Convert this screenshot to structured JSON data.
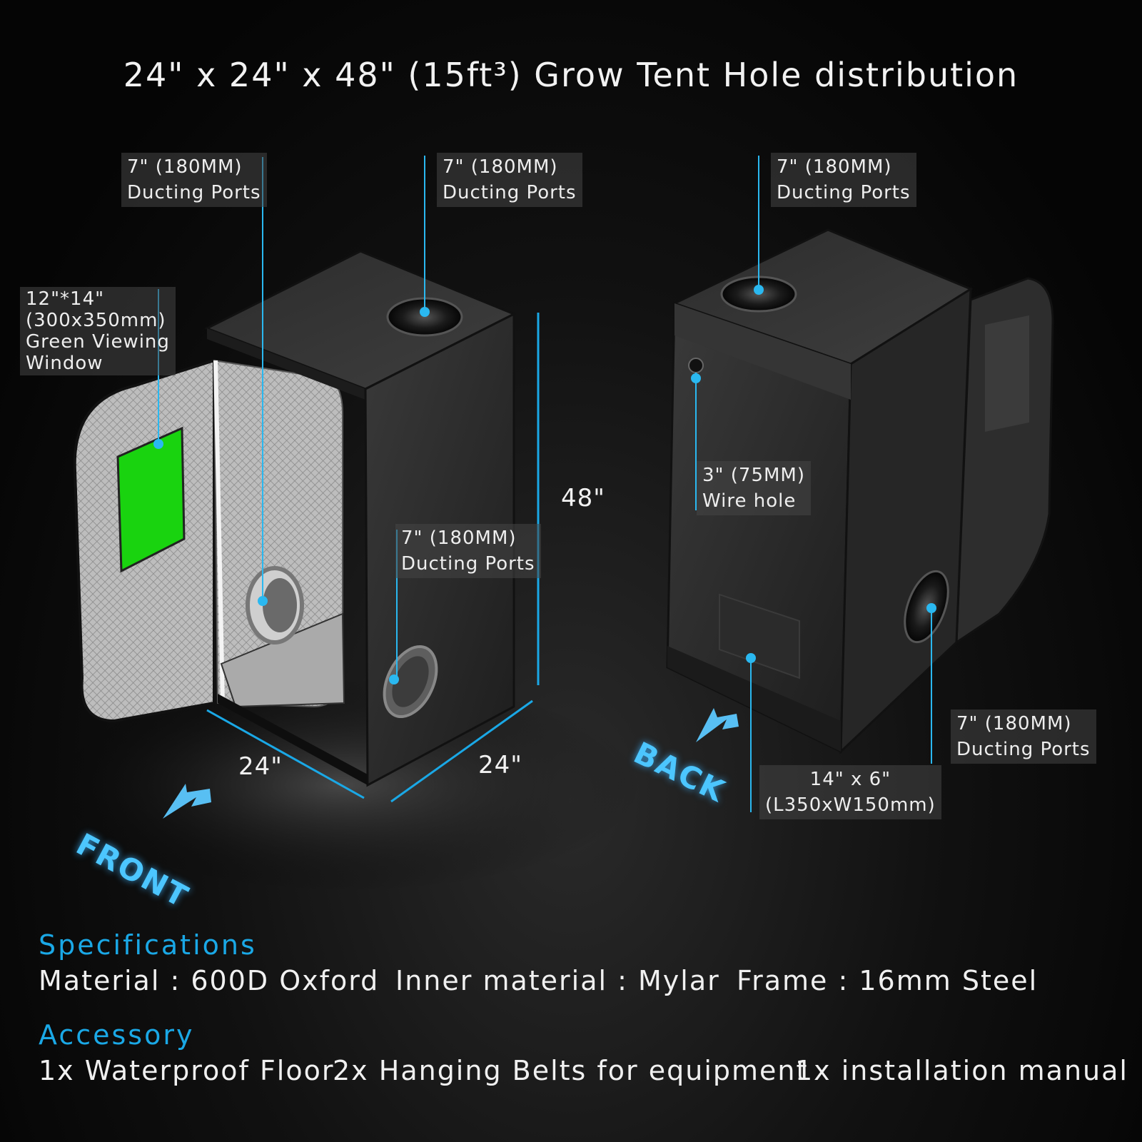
{
  "title": "24\" x 24\" x 48\" (15ft³) Grow Tent Hole distribution",
  "callouts": {
    "front_top_left": [
      "7\" (180MM)",
      "Ducting Ports"
    ],
    "front_top_right": [
      "7\" (180MM)",
      "Ducting Ports"
    ],
    "back_top": [
      "7\" (180MM)",
      "Ducting Ports"
    ],
    "window": [
      "12\"*14\"",
      "(300x350mm)",
      "Green Viewing",
      "Window"
    ],
    "front_side": [
      "7\" (180MM)",
      "Ducting Ports"
    ],
    "wire_hole": [
      "3\" (75MM)",
      "Wire hole"
    ],
    "back_side": [
      "7\" (180MM)",
      "Ducting Ports"
    ],
    "vent": [
      "14\" x 6\"",
      "(L350xW150mm)"
    ]
  },
  "dimensions": {
    "height": "48\"",
    "width": "24\"",
    "depth": "24\""
  },
  "directions": {
    "front": "FRONT",
    "back": "BACK"
  },
  "specifications": {
    "heading": "Specifications",
    "material": "Material : 600D Oxford",
    "inner": "Inner material : Mylar",
    "frame": "Frame : 16mm Steel"
  },
  "accessory": {
    "heading": "Accessory",
    "floor": "1x Waterproof Floor",
    "belts": "2x  Hanging Belts for equipment",
    "manual": "1x installation manual"
  },
  "colors": {
    "accent": "#1aa8e6",
    "window_green": "#19d30f",
    "dot": "#2ab8f0"
  }
}
